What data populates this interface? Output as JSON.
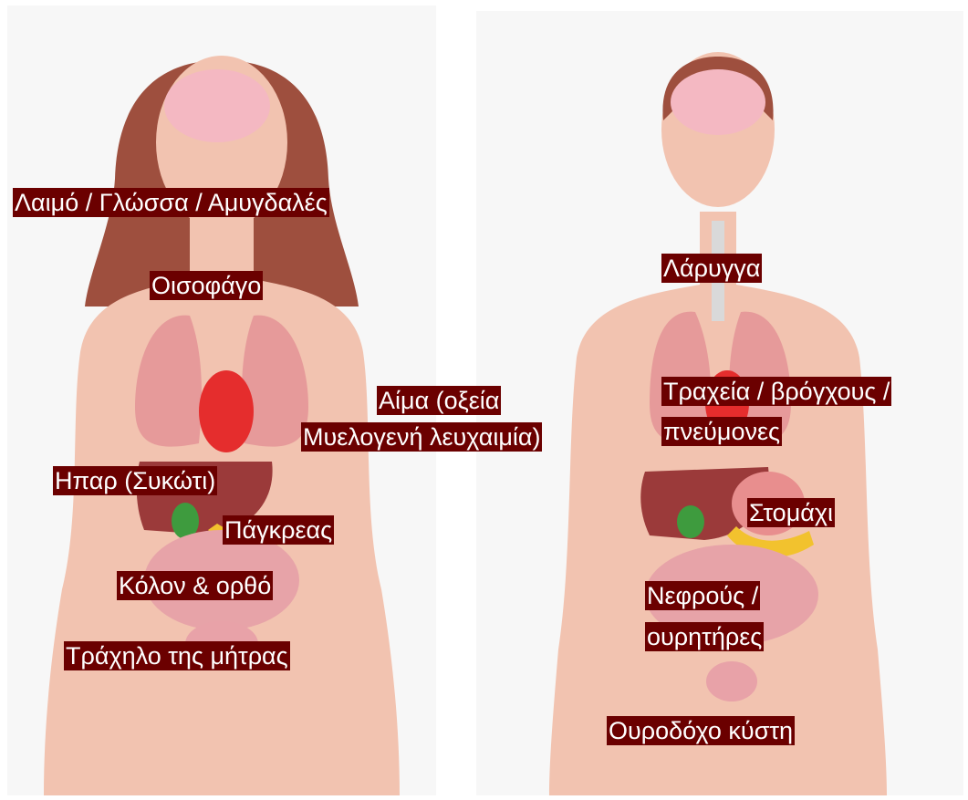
{
  "labels": {
    "throat": "Λαιμό / Γλώσσα / Αμυγδαλές",
    "esophagus": "Οισοφάγο",
    "blood_line1": "Αίμα (οξεία",
    "blood_line2": "Μυελογενή λευχαιμία)",
    "liver": "Ηπαρ (Συκώτι)",
    "pancreas": "Πάγκρεας",
    "colon": "Κόλον & ορθό",
    "cervix": "Τράχηλο της μήτρας",
    "larynx": "Λάρυγγα",
    "trachea_line1": "Τραχεία / βρόγχους /",
    "trachea_line2": "πνεύμονες",
    "stomach": "Στομάχι",
    "kidneys_line1": "Νεφρούς /",
    "kidneys_line2": "ουρητήρες",
    "bladder": "Ουροδόχο κύστη"
  },
  "colors": {
    "label_bg": "#6b0000",
    "skin": "#f2c3b0",
    "hair": "#9e4f3e",
    "brain": "#f4b8c2",
    "lungs": "#e69a9a",
    "heart": "#e52d2d",
    "liver": "#9b3a3a",
    "gallbladder": "#3e9b3e",
    "pancreas": "#f2c22e"
  }
}
